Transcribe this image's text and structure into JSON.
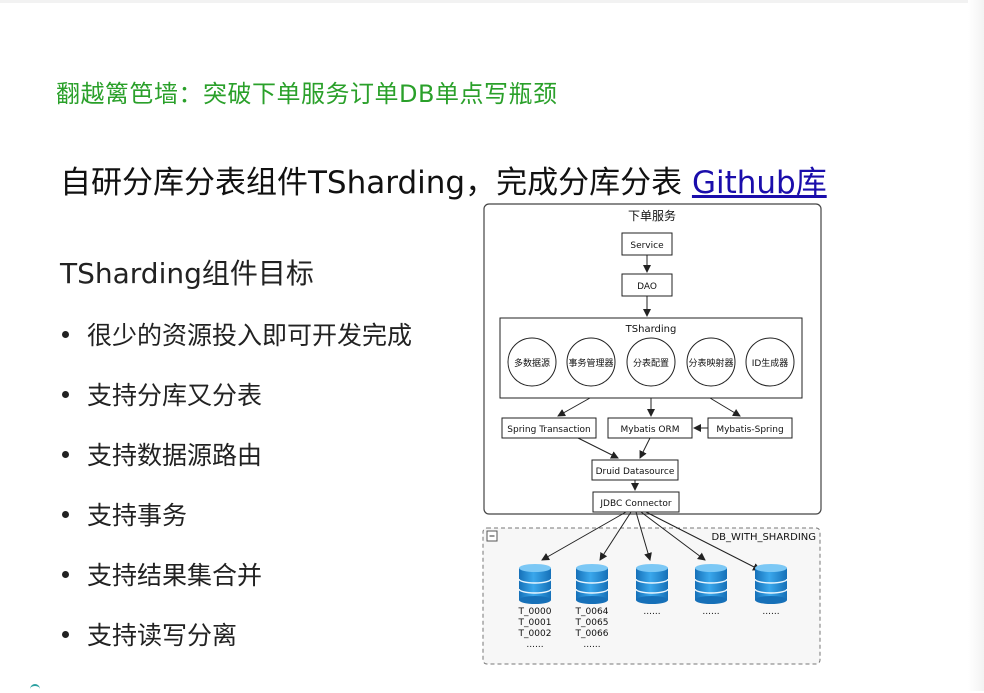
{
  "slide": {
    "title": "翻越篱笆墙：突破下单服务订单DB单点写瓶颈",
    "heading_text": "自研分库分表组件TSharding，完成分库分表 ",
    "heading_link": "Github库",
    "subheading": "TSharding组件目标",
    "bullets": [
      "很少的资源投入即可开发完成",
      "支持分库又分表",
      "支持数据源路由",
      "支持事务",
      "支持结果集合并",
      "支持读写分离"
    ],
    "colors": {
      "title_green": "#2aa02a",
      "link_blue": "#1a0dab",
      "db_blue": "#1e90d6"
    }
  },
  "diagram": {
    "outer_label": "下单服务",
    "service": "Service",
    "dao": "DAO",
    "tsharding": {
      "label": "TSharding",
      "modules": [
        "多数据源",
        "事务管理器",
        "分表配置",
        "分表映射器",
        "ID生成器"
      ]
    },
    "spring_transaction": "Spring Transaction",
    "mybatis_orm": "Mybatis ORM",
    "mybatis_spring": "Mybatis-Spring",
    "druid": "Druid Datasource",
    "jdbc": "JDBC Connector",
    "db_group_label": "DB_WITH_SHARDING",
    "collapse_icon": "minus-icon",
    "databases": [
      {
        "tables": [
          "T_0000",
          "T_0001",
          "T_0002",
          "......"
        ]
      },
      {
        "tables": [
          "T_0064",
          "T_0065",
          "T_0066",
          "......"
        ]
      },
      {
        "tables": [
          "......"
        ]
      },
      {
        "tables": [
          "......"
        ]
      },
      {
        "tables": [
          "......"
        ]
      }
    ]
  }
}
